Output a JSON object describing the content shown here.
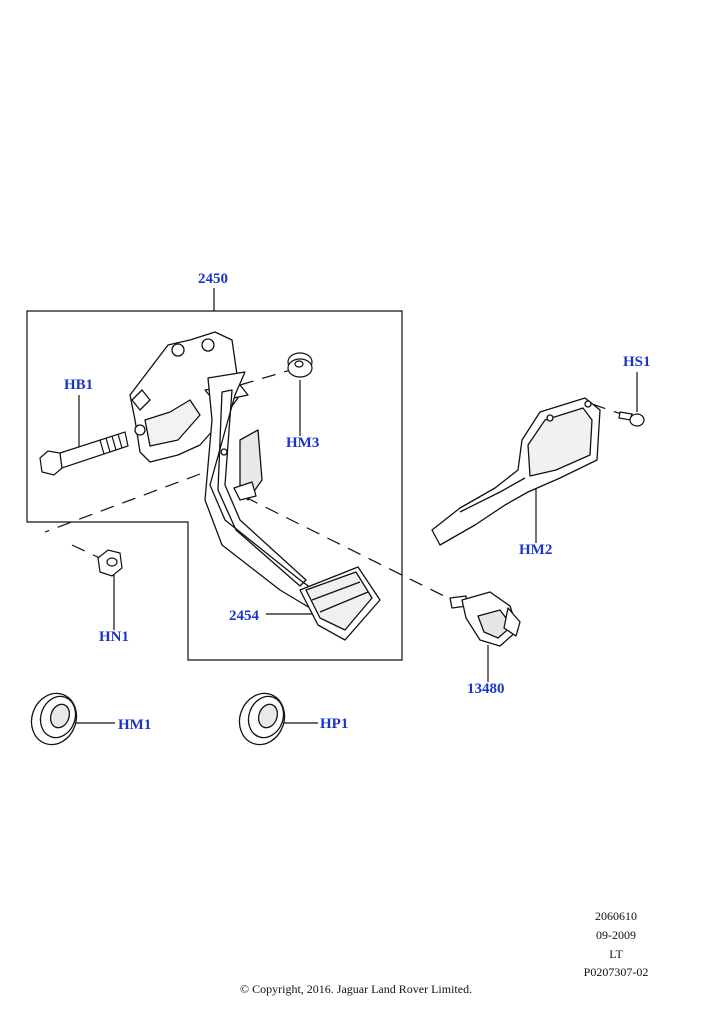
{
  "callouts": {
    "c2450": "2450",
    "hb1": "HB1",
    "hm3": "HM3",
    "hs1": "HS1",
    "hm2": "HM2",
    "hn1": "HN1",
    "c2454": "2454",
    "c13480": "13480",
    "hm1": "HM1",
    "hp1": "HP1"
  },
  "footer": {
    "code": "2060610",
    "date": "09-2009",
    "region": "LT",
    "illustration": "P0207307-02",
    "copyright": "© Copyright, 2016. Jaguar Land Rover Limited."
  }
}
